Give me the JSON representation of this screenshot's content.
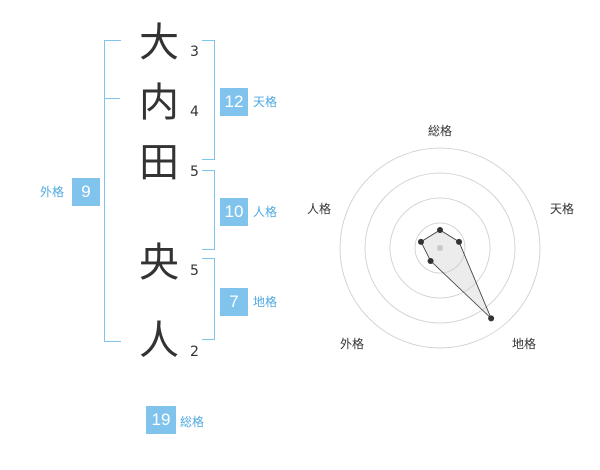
{
  "name_chars": [
    {
      "char": "大",
      "strokes": "3"
    },
    {
      "char": "内",
      "strokes": "4"
    },
    {
      "char": "田",
      "strokes": "5"
    },
    {
      "char": "央",
      "strokes": "5"
    },
    {
      "char": "人",
      "strokes": "2"
    }
  ],
  "kakusu": {
    "tenkaku": {
      "value": "12",
      "label": "天格"
    },
    "jinkaku": {
      "value": "10",
      "label": "人格"
    },
    "chikaku": {
      "value": "7",
      "label": "地格"
    },
    "gaikaku": {
      "value": "9",
      "label": "外格"
    },
    "soukaku": {
      "value": "19",
      "label": "総格"
    }
  },
  "radar": {
    "axes": [
      "総格",
      "天格",
      "地格",
      "外格",
      "人格"
    ],
    "values": [
      0.18,
      0.2,
      0.87,
      0.16,
      0.2
    ],
    "accent": "#80c4ee"
  }
}
